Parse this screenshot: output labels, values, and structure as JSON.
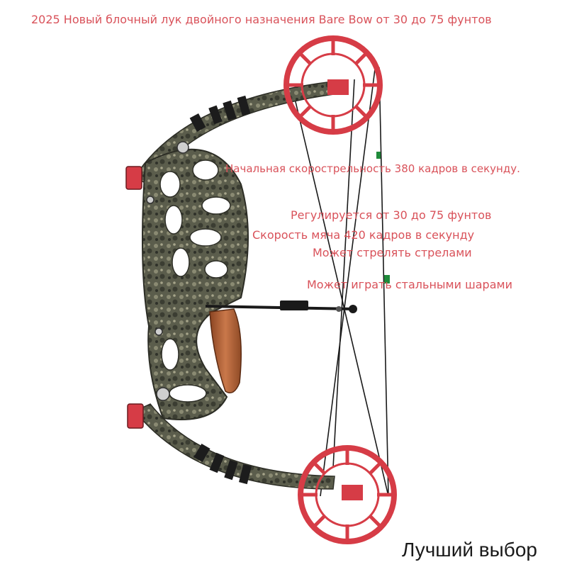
{
  "title": "2025 Новый блочный лук двойного назначения Bare Bow от 30 до 75 фунтов",
  "features": [
    "Начальная скорострельность 380 кадров в секунду.",
    "Регулируется от 30 до 75 фунтов",
    "Скорость мяча 420 кадров в секунду",
    "Может стрелять стрелами",
    "Может играть стальными шарами"
  ],
  "watermark": "Лучший выбор",
  "colors": {
    "text": "#d9525a",
    "cam": "#d63c46",
    "limb": "#5a5a4a",
    "grip": "#b5653a"
  }
}
